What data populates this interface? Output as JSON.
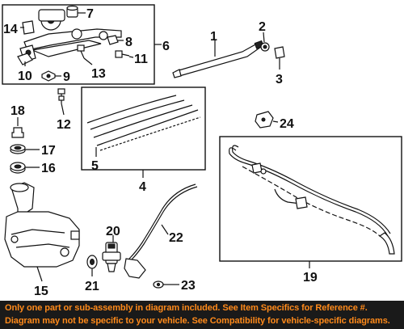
{
  "callouts": {
    "c1": "1",
    "c2": "2",
    "c3": "3",
    "c4": "4",
    "c5": "5",
    "c6": "6",
    "c7": "7",
    "c8": "8",
    "c9": "9",
    "c10": "10",
    "c11": "11",
    "c12": "12",
    "c13": "13",
    "c14": "14",
    "c15": "15",
    "c16": "16",
    "c17": "17",
    "c18": "18",
    "c19": "19",
    "c20": "20",
    "c21": "21",
    "c22": "22",
    "c23": "23",
    "c24": "24"
  },
  "banner": {
    "line1": "Only one part or sub-assembly in diagram included. See Item Specifics for Reference #.",
    "line2": "Diagram may not be specific to your vehicle. See Compatibility for vehicle-specific diagrams."
  },
  "colors": {
    "banner_bg": "#1a1a1a",
    "banner_text": "#ff8a1a",
    "line_art": "#111111"
  }
}
